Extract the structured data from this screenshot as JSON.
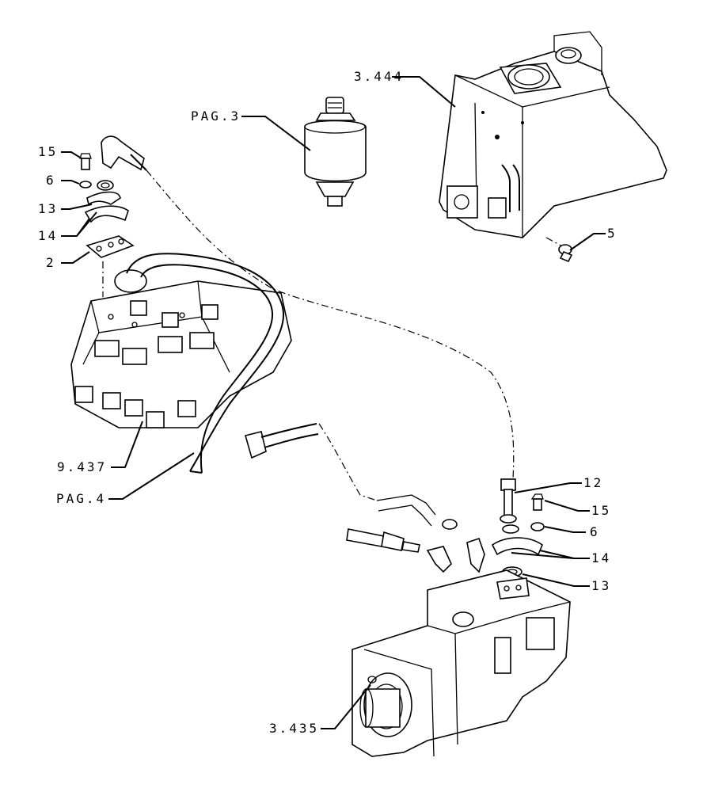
{
  "labels": {
    "ref_3_444": "3.444",
    "ref_pag_3": "PAG.3",
    "ref_15_top": "15",
    "ref_6_top": "6",
    "ref_13_top": "13",
    "ref_14_top": "14",
    "ref_2": "2",
    "ref_5": "5",
    "ref_9_437": "9.437",
    "ref_pag_4": "PAG.4",
    "ref_12": "12",
    "ref_15_bottom": "15",
    "ref_6_bottom": "6",
    "ref_14_bottom": "14",
    "ref_13_bottom": "13",
    "ref_3_435": "3.435"
  }
}
